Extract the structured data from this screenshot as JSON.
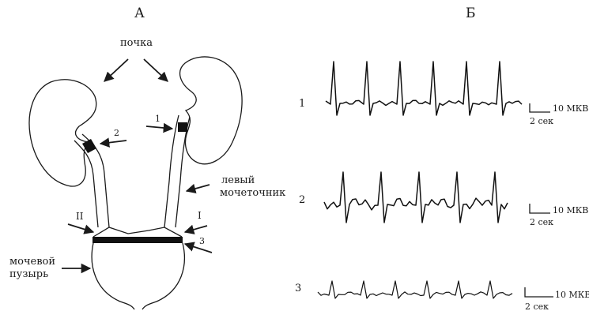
{
  "panel_a": {
    "heading": "А",
    "kidney_label": "почка",
    "ureter_label_line1": "левый",
    "ureter_label_line2": "мочеточник",
    "bladder_label_line1": "мочевой",
    "bladder_label_line2": "пузырь",
    "marker_1": "1",
    "marker_2": "2",
    "marker_3": "3",
    "marker_I": "I",
    "marker_II": "II"
  },
  "panel_b": {
    "heading": "Б",
    "traces": [
      {
        "label": "1",
        "amp_scale": "10 МКВ",
        "time_scale": "2 сек",
        "spikes": 6
      },
      {
        "label": "2",
        "amp_scale": "10 МКВ",
        "time_scale": "2 сек",
        "spikes": 5
      },
      {
        "label": "3",
        "amp_scale": "10 МКВ",
        "time_scale": "2 сек",
        "spikes": 6
      }
    ]
  }
}
